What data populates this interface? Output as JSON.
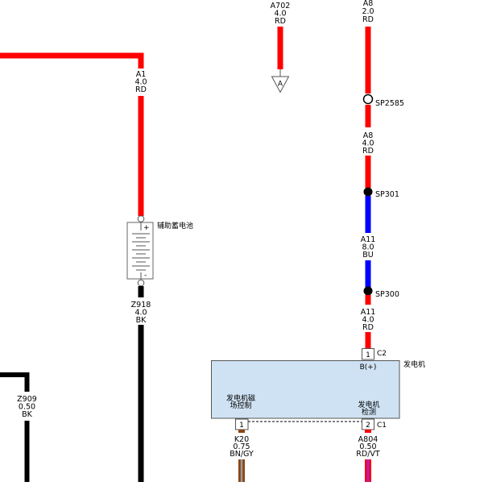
{
  "wires": {
    "a1": {
      "circuit": "A1",
      "gauge": "4.0",
      "color_code": "RD"
    },
    "z918": {
      "circuit": "Z918",
      "gauge": "4.0",
      "color_code": "BK"
    },
    "z909": {
      "circuit": "Z909",
      "gauge": "0.50",
      "color_code": "BK"
    },
    "a702": {
      "circuit": "A702",
      "gauge": "4.0",
      "color_code": "RD"
    },
    "a8_top": {
      "circuit": "A8",
      "gauge": "2.0",
      "color_code": "RD"
    },
    "a8_mid": {
      "circuit": "A8",
      "gauge": "4.0",
      "color_code": "RD"
    },
    "a11_upper": {
      "circuit": "A11",
      "gauge": "8.0",
      "color_code": "BU"
    },
    "a11_lower": {
      "circuit": "A11",
      "gauge": "4.0",
      "color_code": "RD"
    },
    "k20": {
      "circuit": "K20",
      "gauge": "0.75",
      "color_code": "BN/GY"
    },
    "a804": {
      "circuit": "A804",
      "gauge": "0.50",
      "color_code": "RD/VT"
    }
  },
  "splices": {
    "sp2585": "SP2585",
    "sp301": "SP301",
    "sp300": "SP300"
  },
  "offpage_ref": "A",
  "battery": {
    "name": "辅助蓄电池",
    "plus": "+",
    "minus": "-"
  },
  "generator": {
    "name": "发电机",
    "terminal_b": "B(+)",
    "field_control": [
      "发电机磁",
      "场控制"
    ],
    "detect": [
      "发电机",
      "检测"
    ]
  },
  "connectors": {
    "c2": {
      "name": "C2",
      "pin": "1"
    },
    "c1": {
      "name": "C1",
      "pins": [
        "1",
        "2"
      ]
    }
  },
  "colors": {
    "RD": "#ff0000",
    "BK": "#000000",
    "BU": "#0000ff",
    "BN": "#8b4513",
    "GY": "#9a9a9a",
    "VT": "#a020f0",
    "component_fill": "#cfe2f3",
    "component_stroke": "#555555"
  }
}
